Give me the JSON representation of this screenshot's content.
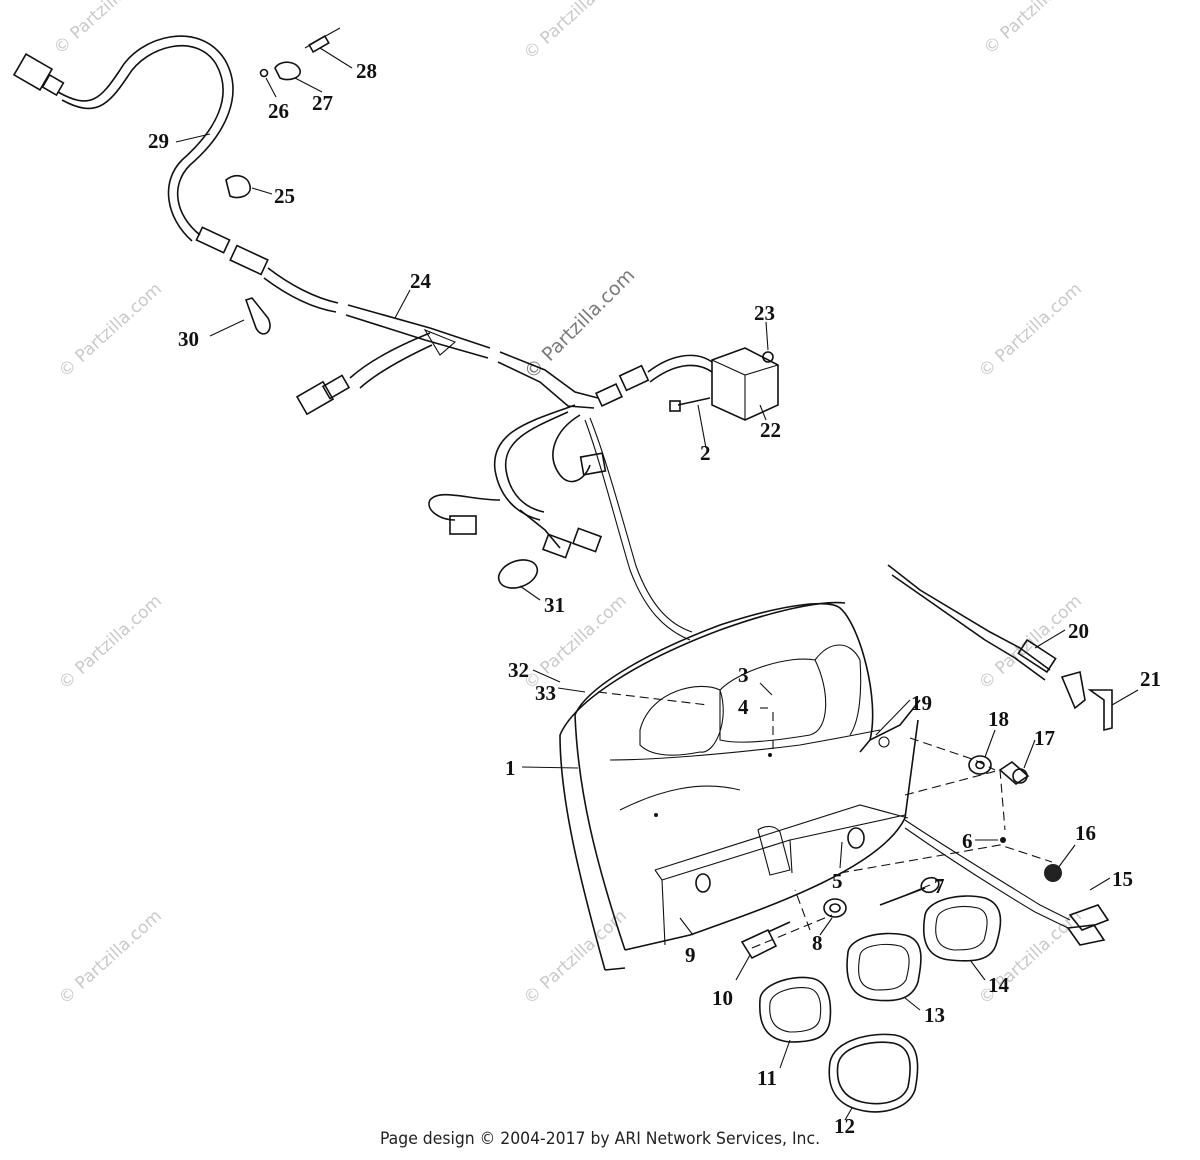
{
  "watermark": {
    "text": "© Partzilla.com",
    "main_text": "© Partzilla.com"
  },
  "callouts": [
    "1",
    "2",
    "3",
    "4",
    "5",
    "6",
    "7",
    "8",
    "9",
    "10",
    "11",
    "12",
    "13",
    "14",
    "15",
    "16",
    "17",
    "18",
    "19",
    "20",
    "21",
    "22",
    "23",
    "24",
    "25",
    "26",
    "27",
    "28",
    "29",
    "30",
    "31",
    "32",
    "33"
  ],
  "footer": {
    "text": "Page design © 2004-2017 by ARI Network Services, Inc."
  }
}
